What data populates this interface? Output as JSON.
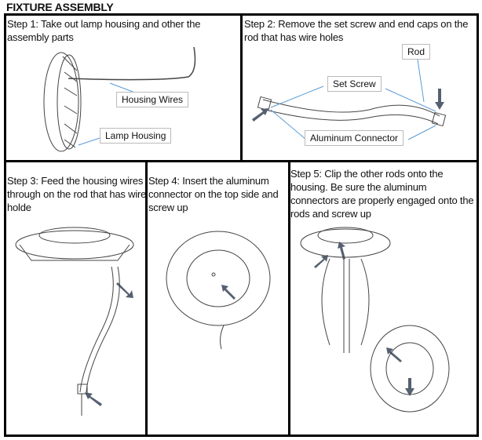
{
  "title": "FIXTURE ASSEMBLY",
  "steps": [
    {
      "text": "Step 1: Take out lamp housing and other the assembly parts",
      "labels": {
        "wires": "Housing Wires",
        "housing": "Lamp Housing"
      }
    },
    {
      "text": "Step 2:  Remove the set screw and end caps on the rod that has wire holes",
      "labels": {
        "rod": "Rod",
        "screw": "Set Screw",
        "connector": "Aluminum Connector"
      }
    },
    {
      "text": "Step 3: Feed the housing wires through on the rod that has wire holde"
    },
    {
      "text": "Step 4: Insert the aluminum connector on the top side and screw up"
    },
    {
      "text": "Step 5: Clip the other rods onto the housing. Be sure the aluminum connectors are properly engaged onto the rods and screw up"
    }
  ],
  "colors": {
    "arrow_blue": "#5b9bd5",
    "arrow_dark": "#556070"
  }
}
